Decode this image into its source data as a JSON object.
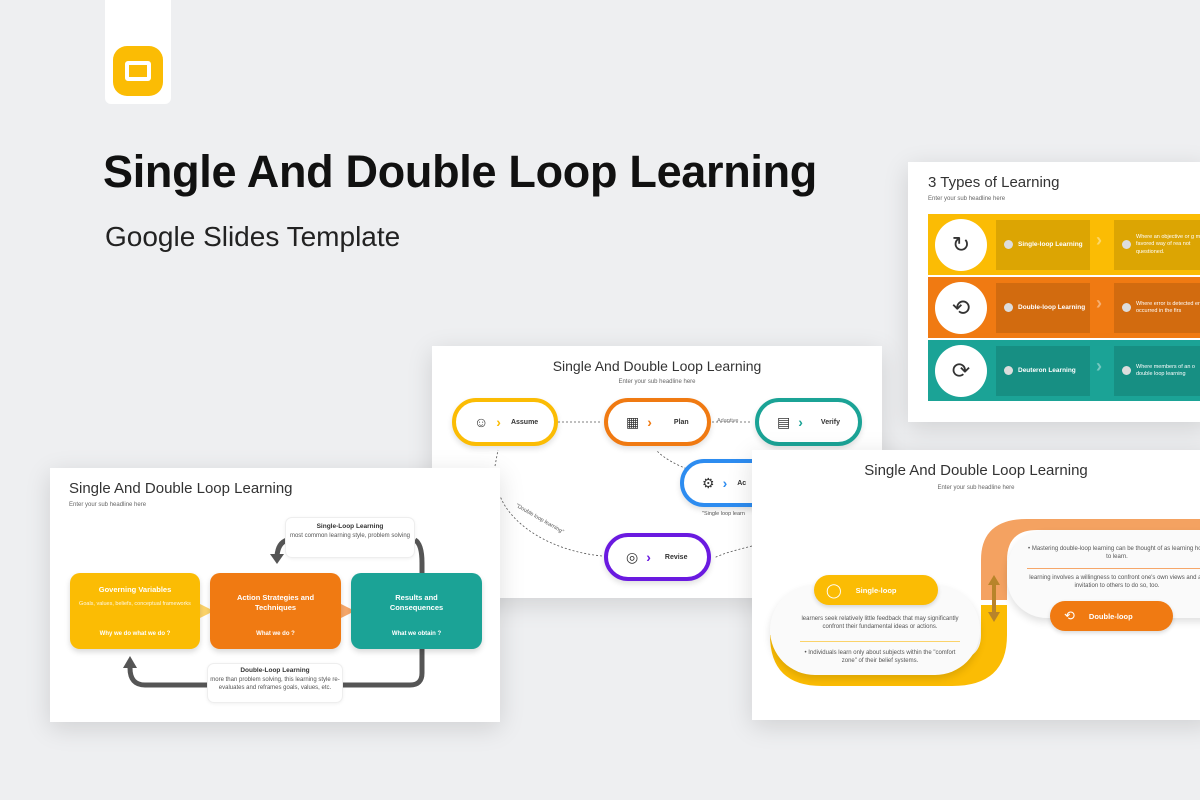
{
  "hero": {
    "title": "Single And Double Loop Learning",
    "subtitle": "Google Slides Template",
    "logo_icon": "google-slides-icon",
    "brand_color": "#fbbc04"
  },
  "colors": {
    "yellow": "#fbbc04",
    "orange": "#f07a12",
    "teal": "#1ba396",
    "blue": "#2d8cf0",
    "purple": "#6a1ae0"
  },
  "slide_types": {
    "title": "3 Types of Learning",
    "sub": "Enter your sub headline here",
    "rows": [
      {
        "label": "Single-loop Learning",
        "desc": "Where an objective or g most favored way of rea not questioned.",
        "icon": "loop-arrow-icon"
      },
      {
        "label": "Double-loop Learning",
        "desc": "Where error is detected error occurred in the firs",
        "icon": "double-loop-icon"
      },
      {
        "label": "Deuteron Learning",
        "desc": "Where members of an o double loop learning",
        "icon": "cycle-arrows-icon"
      }
    ]
  },
  "slide_cycle": {
    "title": "Single And Double Loop Learning",
    "sub": "Enter your sub headline here",
    "steps": [
      "Assume",
      "Plan",
      "Verify",
      "Ac",
      "Revise"
    ],
    "adaptive": "Adaptive",
    "single_note": "\"Single loop learn",
    "double_note": "\"Double loop learning\""
  },
  "slide_flow": {
    "title": "Single And Double Loop Learning",
    "sub": "Enter your sub headline here",
    "boxes": [
      {
        "title": "Governing Variables",
        "desc": "Goals, values, beliefs, conceptual frameworks",
        "q": "Why we do what we do ?"
      },
      {
        "title": "Action Strategies and Techniques",
        "desc": "",
        "q": "What we do ?"
      },
      {
        "title": "Results and Consequences",
        "desc": "",
        "q": "What we obtain ?"
      }
    ],
    "single": {
      "title": "Single-Loop Learning",
      "desc": "most common learning style, problem solving"
    },
    "double": {
      "title": "Double-Loop Learning",
      "desc": "more than problem solving, this learning style re-evaluates and reframes goals, values, etc."
    }
  },
  "slide_wave": {
    "title": "Single And Double Loop Learning",
    "sub": "Enter your sub headline here",
    "single_label": "Single-loop",
    "double_label": "Double-loop",
    "single_text1": "learners seek relatively little feedback that may significantly confront their fundamental ideas or actions.",
    "single_text2": "•  Individuals learn only about subjects within the \"comfort zone\" of their belief systems.",
    "double_text1": "•  Mastering double-loop learning can be thought of as learning how to learn.",
    "double_text2": "learning involves a willingness to confront one's own views and an invitation to others to do so, too."
  }
}
